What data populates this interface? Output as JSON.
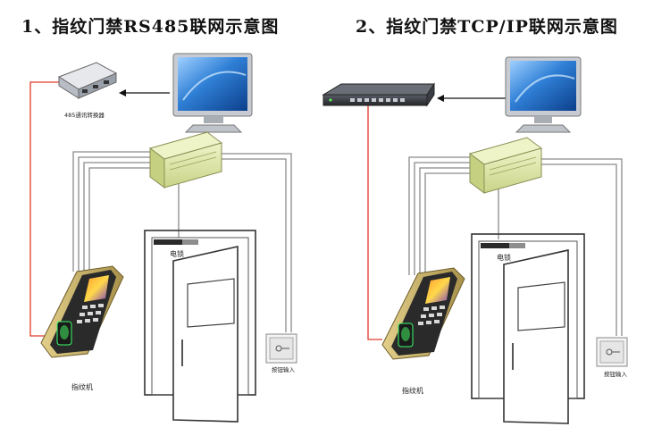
{
  "left": {
    "title": "1、指纹门禁RS485联网示意图",
    "converter_label": "485通讯转换器",
    "lock_label": "电锁",
    "button_label": "按钮输入",
    "terminal_label": "指纹机"
  },
  "right": {
    "title": "2、指纹门禁TCP/IP联网示意图",
    "lock_label": "电锁",
    "button_label": "按钮输入",
    "terminal_label": "指纹机"
  },
  "colors": {
    "rs485_wire": "#e23a2a",
    "network_wire": "#e23a2a",
    "power_box": "#dfe7a8",
    "monitor_screen": "#3a86d8",
    "terminal_body": "#c9b46a"
  }
}
